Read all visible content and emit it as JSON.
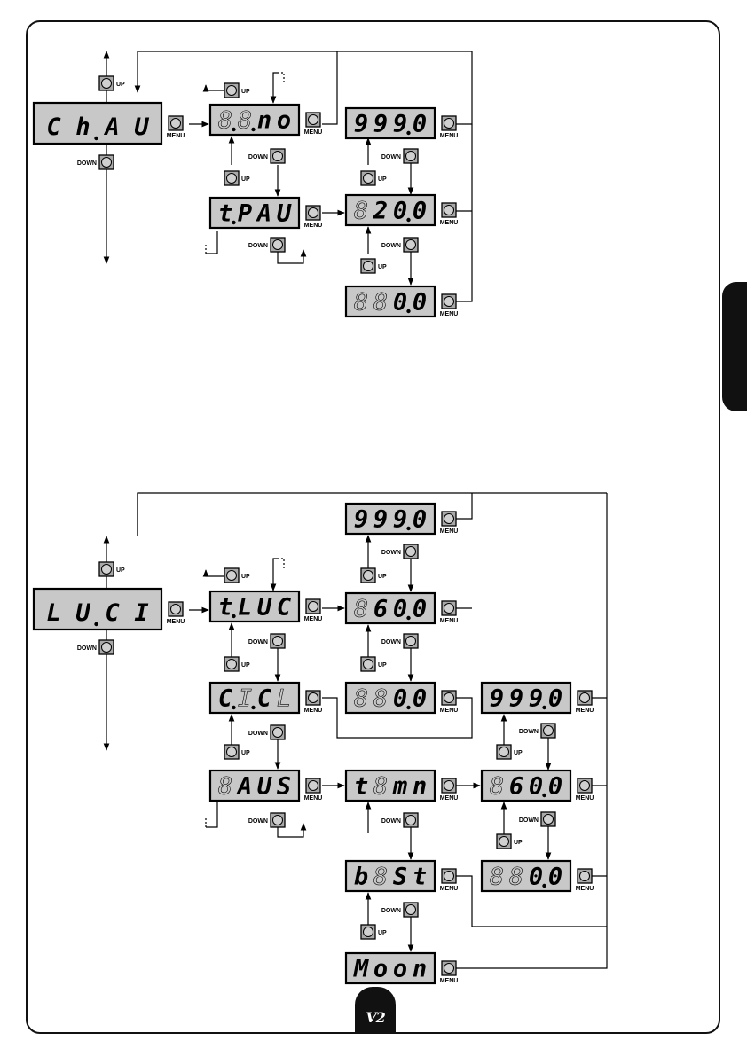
{
  "labels": {
    "up": "UP",
    "down": "DOWN",
    "menu": "MENU"
  },
  "logo_text": "V2",
  "displays": [
    {
      "id": "chau",
      "chars": [
        "C",
        "h",
        "A",
        "U"
      ],
      "dots": [
        false,
        true,
        false,
        false
      ]
    },
    {
      "id": "no",
      "chars": [
        "8",
        "8",
        "n",
        "o"
      ],
      "dots": [
        true,
        true,
        false,
        false
      ],
      "dim": [
        0,
        1
      ]
    },
    {
      "id": "tpau",
      "chars": [
        "t",
        "P",
        "A",
        "U"
      ],
      "dots": [
        true,
        false,
        false,
        false
      ]
    },
    {
      "id": "v9990a",
      "chars": [
        "9",
        "9",
        "9",
        "0"
      ],
      "dots": [
        false,
        false,
        true,
        false
      ]
    },
    {
      "id": "v200",
      "chars": [
        "8",
        "2",
        "0",
        "0"
      ],
      "dots": [
        false,
        false,
        true,
        false
      ],
      "dim": [
        0
      ]
    },
    {
      "id": "v00a",
      "chars": [
        "8",
        "8",
        "0",
        "0"
      ],
      "dots": [
        false,
        false,
        true,
        false
      ],
      "dim": [
        0,
        1
      ]
    },
    {
      "id": "luci",
      "chars": [
        "L",
        "U",
        "C",
        "I"
      ],
      "dots": [
        false,
        true,
        false,
        false
      ]
    },
    {
      "id": "tluc",
      "chars": [
        "t",
        "L",
        "U",
        "C"
      ],
      "dots": [
        true,
        false,
        false,
        false
      ]
    },
    {
      "id": "cicl",
      "chars": [
        "C",
        "I",
        "C",
        "L"
      ],
      "dots": [
        true,
        true,
        false,
        false
      ],
      "dim": [
        1,
        3
      ]
    },
    {
      "id": "aus",
      "chars": [
        "8",
        "A",
        "U",
        "S"
      ],
      "dots": [
        false,
        false,
        false,
        false
      ],
      "dim": [
        0
      ]
    },
    {
      "id": "v9990b",
      "chars": [
        "9",
        "9",
        "9",
        "0"
      ],
      "dots": [
        false,
        false,
        true,
        false
      ]
    },
    {
      "id": "v600a",
      "chars": [
        "8",
        "6",
        "0",
        "0"
      ],
      "dots": [
        false,
        false,
        true,
        false
      ],
      "dim": [
        0
      ]
    },
    {
      "id": "v00b",
      "chars": [
        "8",
        "8",
        "0",
        "0"
      ],
      "dots": [
        false,
        false,
        true,
        false
      ],
      "dim": [
        0,
        1
      ]
    },
    {
      "id": "tim",
      "chars": [
        "t",
        "8",
        "m",
        "n"
      ],
      "dots": [
        false,
        false,
        false,
        false
      ],
      "dim": [
        1
      ]
    },
    {
      "id": "best",
      "chars": [
        "b",
        "8",
        "S",
        "t"
      ],
      "dots": [
        false,
        false,
        false,
        false
      ],
      "dim": [
        1
      ]
    },
    {
      "id": "v9990c",
      "chars": [
        "9",
        "9",
        "9",
        "0"
      ],
      "dots": [
        false,
        false,
        true,
        false
      ]
    },
    {
      "id": "v600b",
      "chars": [
        "8",
        "6",
        "0",
        "0"
      ],
      "dots": [
        false,
        false,
        true,
        false
      ],
      "dim": [
        0
      ]
    },
    {
      "id": "v00c",
      "chars": [
        "8",
        "8",
        "0",
        "0"
      ],
      "dots": [
        false,
        false,
        true,
        false
      ],
      "dim": [
        0,
        1
      ]
    },
    {
      "id": "mon",
      "chars": [
        "M",
        "o",
        "o",
        "n"
      ],
      "dots": [
        false,
        false,
        false,
        false
      ]
    }
  ]
}
